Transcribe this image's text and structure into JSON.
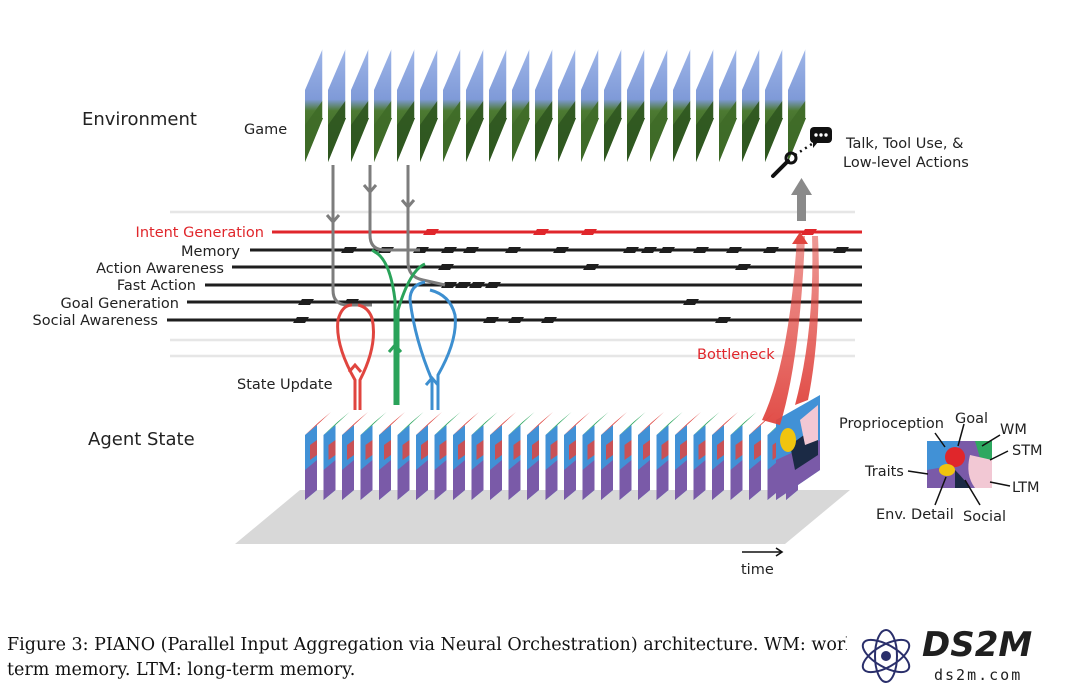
{
  "diagram": {
    "sections": {
      "environment": "Environment",
      "agent_state": "Agent State"
    },
    "game_label": "Game",
    "outputs_label": {
      "line1": "Talk, Tool Use, &",
      "line2": "Low-level Actions"
    },
    "modules": [
      "Intent Generation",
      "Memory",
      "Action Awareness",
      "Fast Action",
      "Goal Generation",
      "Social Awareness"
    ],
    "state_update_label": "State Update",
    "bottleneck_label": "Bottleneck",
    "time_label": "time",
    "state_components": [
      "Proprioception",
      "Goal",
      "WM",
      "STM",
      "Traits",
      "LTM",
      "Env. Detail",
      "Social"
    ],
    "colors": {
      "intent": "#e0262b",
      "module_line": "#1e1e1e",
      "stream_gray": "#7d7d7d",
      "stream_green": "#2aa35a",
      "stream_blue": "#3d8fd0",
      "stream_red": "#e0453f",
      "state_blue": "#4191d6",
      "state_purple": "#7a5aa8",
      "state_red": "#e0453f",
      "state_green": "#2ea860",
      "floor": "#d8d8d8"
    }
  },
  "caption": {
    "line1": "Figure 3: PIANO (Parallel Input Aggregation via Neural Orchestration) architecture.  WM: worl",
    "line2": "term memory. LTM: long-term memory."
  },
  "watermark": {
    "brand": "DS2M",
    "url": "ds2m.com"
  }
}
